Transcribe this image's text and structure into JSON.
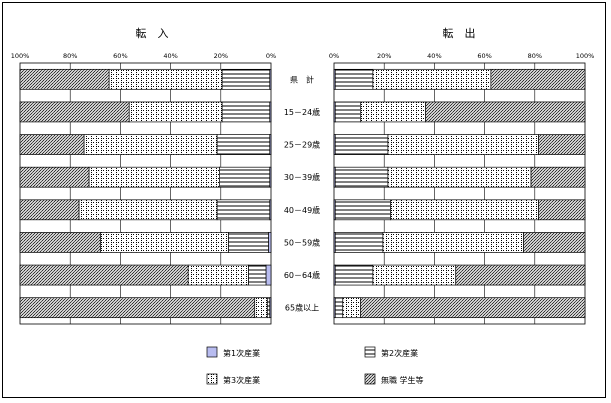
{
  "chart_data": {
    "type": "bar",
    "stacked": true,
    "orientation": "horizontal",
    "categories": [
      "県　計",
      "15－24歳",
      "25－29歳",
      "30－39歳",
      "40－49歳",
      "50－59歳",
      "60－64歳",
      "65歳以上"
    ],
    "panels": [
      {
        "title": "転　入",
        "direction": "right-to-left",
        "xlim": [
          0,
          100
        ],
        "xticks": [
          "100%",
          "80%",
          "60%",
          "40%",
          "20%",
          "0%"
        ],
        "series": [
          {
            "name": "第1次産業",
            "values": [
              0.5,
              0.5,
              0.5,
              0.5,
              0.5,
              1.0,
              2.0,
              0.5
            ]
          },
          {
            "name": "第2次産業",
            "values": [
              19,
              19,
              21,
              20,
              21,
              16,
              7,
              1
            ]
          },
          {
            "name": "第3次産業",
            "values": [
              45,
              37,
              53,
              52,
              55,
              51,
              24,
              5
            ]
          },
          {
            "name": "無職 学生等",
            "values": [
              35.5,
              43.5,
              25.5,
              27.5,
              23.5,
              32,
              67,
              93.5
            ]
          }
        ]
      },
      {
        "title": "転　出",
        "direction": "left-to-right",
        "xlim": [
          0,
          100
        ],
        "xticks": [
          "0%",
          "20%",
          "40%",
          "60%",
          "80%",
          "100%"
        ],
        "series": [
          {
            "name": "第1次産業",
            "values": [
              0.5,
              0.5,
              0.5,
              0.5,
              0.5,
              0.5,
              0.5,
              0.5
            ]
          },
          {
            "name": "第2次産業",
            "values": [
              15,
              10,
              21,
              21,
              22,
              19,
              15,
              3
            ]
          },
          {
            "name": "第3次産業",
            "values": [
              47,
              26,
              60,
              57,
              59,
              56,
              33,
              7
            ]
          },
          {
            "name": "無職 学生等",
            "values": [
              37.5,
              63.5,
              18.5,
              21.5,
              18.5,
              24.5,
              51.5,
              89.5
            ]
          }
        ]
      }
    ],
    "legend": {
      "placement": "bottom",
      "items": [
        {
          "name": "第1次産業",
          "pattern": "solid"
        },
        {
          "name": "第2次産業",
          "pattern": "horizontal"
        },
        {
          "name": "第3次産業",
          "pattern": "vertical"
        },
        {
          "name": "無職 学生等",
          "pattern": "crosshatch"
        }
      ]
    },
    "grid": true,
    "colors": {
      "primary": "#b8bcf0",
      "secondary": "#ffffff",
      "tertiary": "#ffffff",
      "other": "#9a9a9a",
      "gridline": "#000000"
    }
  }
}
